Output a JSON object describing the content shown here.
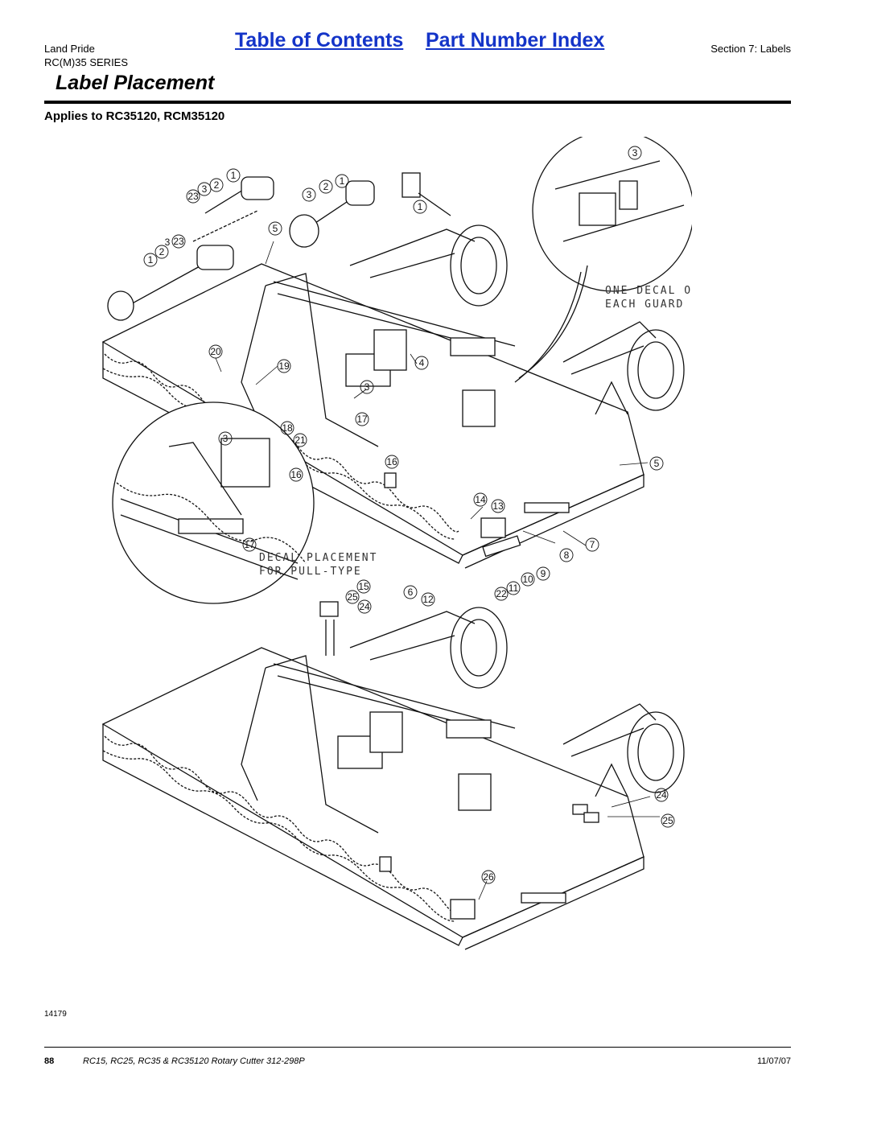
{
  "header": {
    "brand": "Land Pride",
    "series": "RC(M)35 SERIES",
    "toc_link": "Table of Contents",
    "index_link": "Part Number Index",
    "section": "Section 7: Labels"
  },
  "page_title": "Label Placement",
  "applies_to": "Applies to RC35120, RCM35120",
  "figure": {
    "figure_number": "14179",
    "notes": {
      "guard_line1": "ONE DECAL ON",
      "guard_line2": "EACH GUARD",
      "pull_line1": "DECAL PLACEMENT",
      "pull_line2": "FOR PULL-TYPE"
    },
    "callouts": {
      "c1a": "1",
      "c2a": "2",
      "c3a": "3",
      "c23a": "23",
      "c1b": "1",
      "c2b": "2",
      "c3b": "3",
      "c1c": "1",
      "c2c": "2",
      "c3c": "3",
      "c23c": "23",
      "c1d": "1",
      "c5a": "5",
      "c3d": "3",
      "c20": "20",
      "c19": "19",
      "c4": "4",
      "c3e": "3",
      "c17a": "17",
      "c18": "18",
      "c21": "21",
      "c3f": "3",
      "c16a": "16",
      "c16b": "16",
      "c5b": "5",
      "c14": "14",
      "c13": "13",
      "c17b": "17",
      "c7": "7",
      "c8": "8",
      "c9": "9",
      "c10": "10",
      "c11": "11",
      "c22": "22",
      "c15": "15",
      "c6": "6",
      "c12": "12",
      "c25a": "25",
      "c24a": "24",
      "c24b": "24",
      "c25b": "25",
      "c26": "26"
    }
  },
  "footer": {
    "page_number": "88",
    "doc_title": "RC15, RC25, RC35 & RC35120 Rotary Cutter 312-298P",
    "date": "11/07/07"
  }
}
